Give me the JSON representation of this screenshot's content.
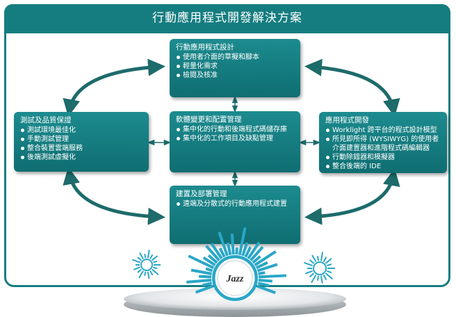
{
  "title": "行動應用程式開發解決方案",
  "colors": {
    "teal": "#157d80",
    "box_dark": "#0f6e72",
    "arrow": "#1d6b6a",
    "burst": "#2aa7c7"
  },
  "boxes": {
    "design": {
      "title": "行動應用程式設計",
      "items": [
        "使用者介面的草擬和腳本",
        "輕量化需求",
        "檢閱及核准"
      ]
    },
    "config": {
      "title": "軟體變更和配置管理",
      "items": [
        "集中化的行動和後端程式碼儲存庫",
        "集中化的工作項目及缺點管理"
      ]
    },
    "testing": {
      "title": "測試及品質保證",
      "items": [
        "測試環境最佳化",
        "手動測試管理",
        "整合裝置雲端服務",
        "後端測試虛擬化"
      ]
    },
    "development": {
      "title": "應用程式開發",
      "items": [
        "Worklight 跨平台的程式設計模型",
        "所見即所得 (WYSIWYG) 的使用者介面建置器和進階程式碼編輯器",
        "行動除錯器和模擬器",
        "整合後端的 IDE"
      ]
    },
    "deployment": {
      "title": "建置及部署管理",
      "items": [
        "遠端及分散式的行動應用程式建置"
      ]
    }
  },
  "logo": {
    "text": "Jazz",
    "icon": "jazz-logo-sunburst"
  }
}
